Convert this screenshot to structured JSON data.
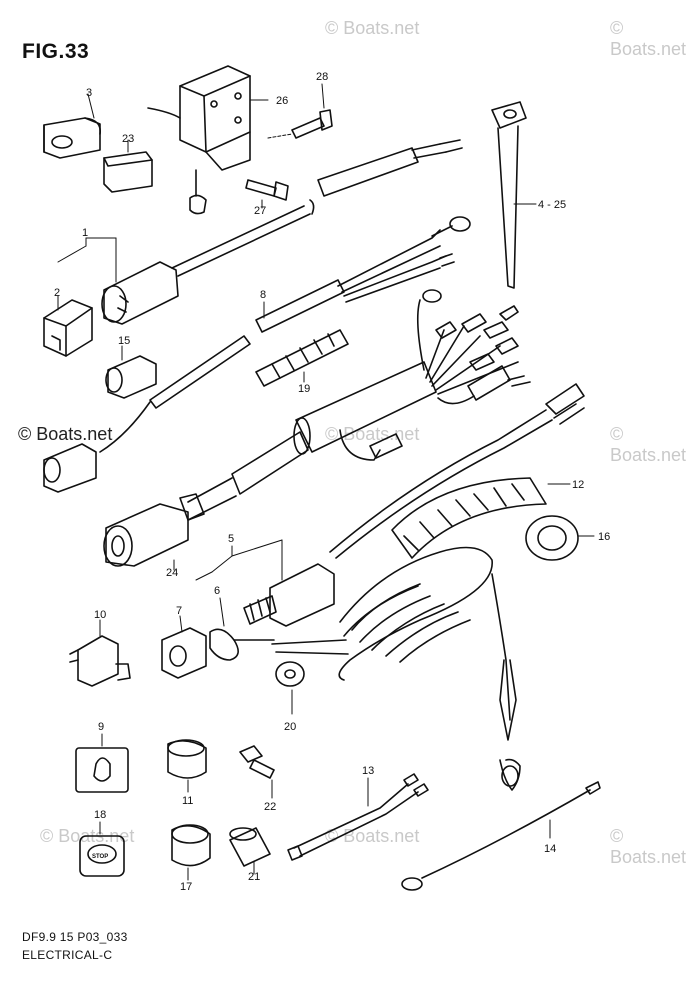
{
  "figure": {
    "title": "FIG.33",
    "footer_code": "DF9.9 15 P03_033",
    "footer_section": "ELECTRICAL-C"
  },
  "watermark": {
    "text": "© Boats.net"
  },
  "callouts": {
    "c1": "1",
    "c2": "2",
    "c3": "3",
    "c4": "4 - 25",
    "c5": "5",
    "c6": "6",
    "c7": "7",
    "c8": "8",
    "c9": "9",
    "c10": "10",
    "c11": "11",
    "c12": "12",
    "c13": "13",
    "c14": "14",
    "c15": "15",
    "c16": "16",
    "c17": "17",
    "c18": "18",
    "c19": "19",
    "c20": "20",
    "c21": "21",
    "c22": "22",
    "c23": "23",
    "c24": "24",
    "c26": "26",
    "c27": "27",
    "c28": "28"
  },
  "stop_label": "STOP"
}
